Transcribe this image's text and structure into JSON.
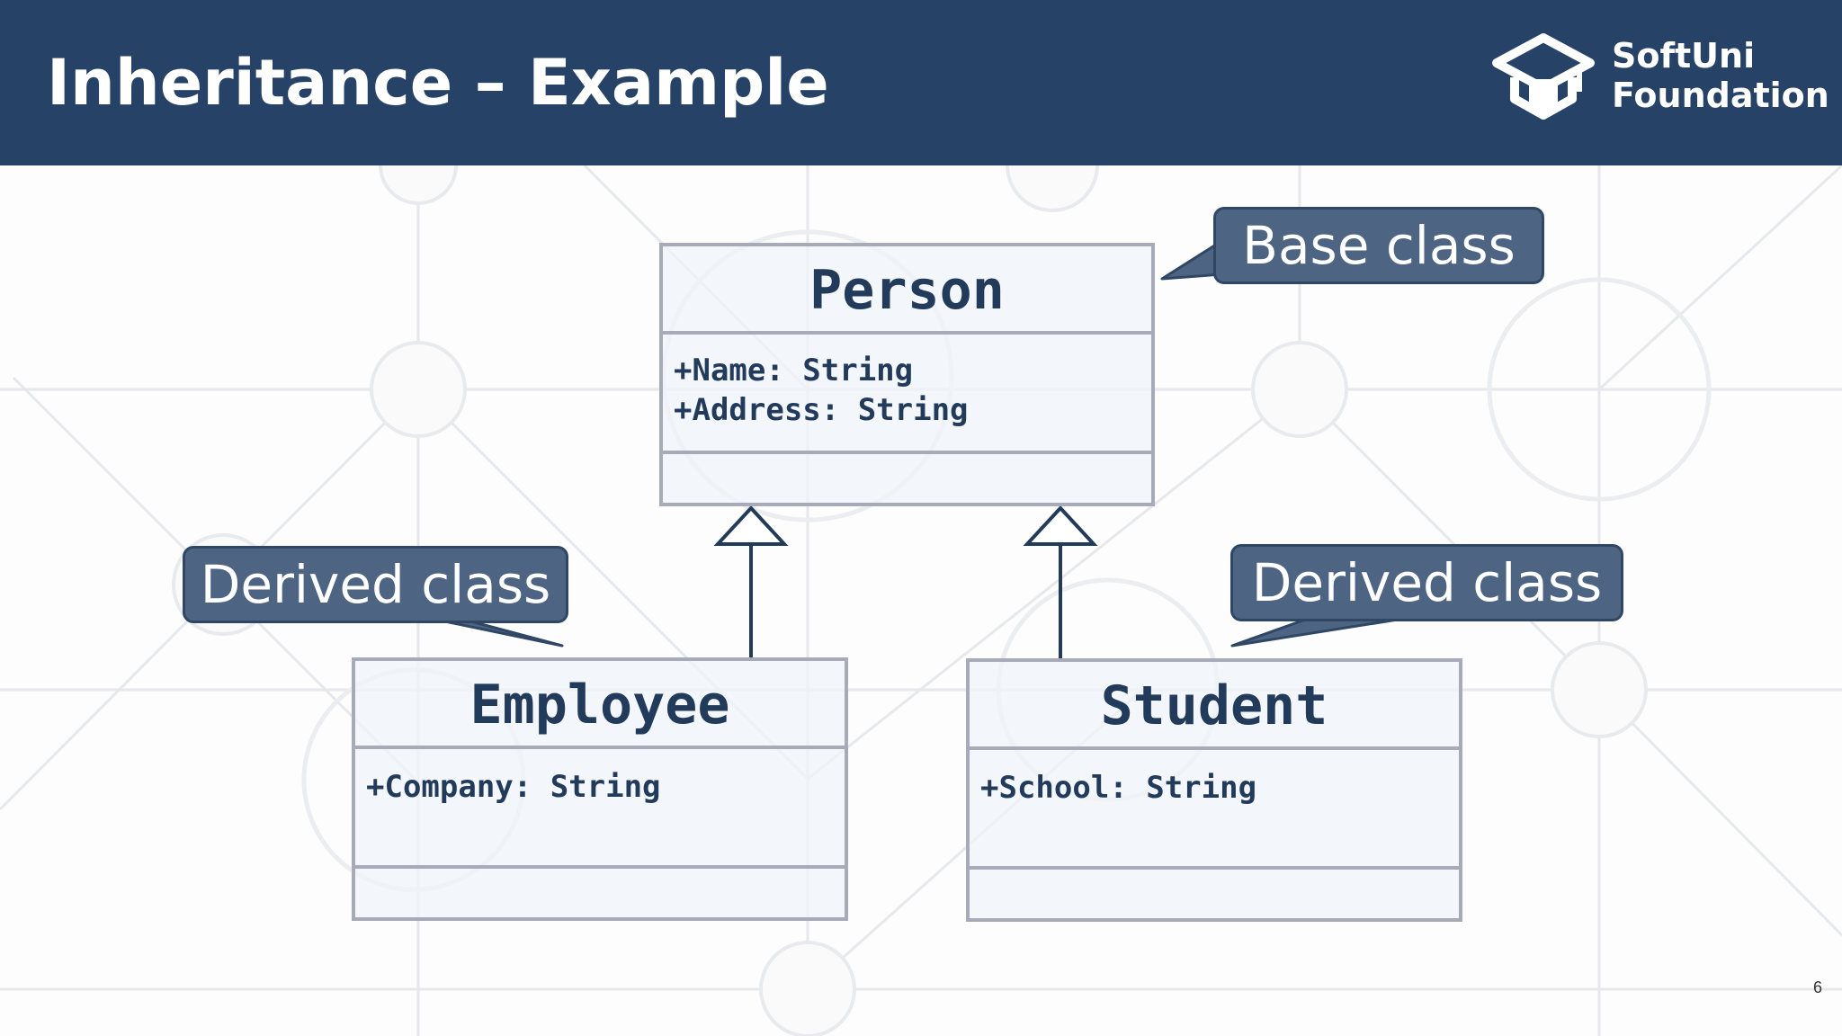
{
  "slide": {
    "title": "Inheritance – Example",
    "page_number": "6"
  },
  "brand": {
    "line1": "SoftUni",
    "line2": "Foundation",
    "logo_icon": "graduation-cap-cube-icon"
  },
  "colors": {
    "header_bg": "#264266",
    "callout_bg": "#4d6482",
    "text_dark": "#233b5b",
    "box_border": "#a6aab9"
  },
  "diagram": {
    "classes": [
      {
        "name": "Person",
        "attributes": [
          "+Name: String",
          "+Address: String"
        ],
        "methods": []
      },
      {
        "name": "Employee",
        "attributes": [
          "+Company: String"
        ],
        "methods": []
      },
      {
        "name": "Student",
        "attributes": [
          "+School: String"
        ],
        "methods": []
      }
    ],
    "relations": [
      {
        "from": "Employee",
        "to": "Person",
        "type": "inheritance"
      },
      {
        "from": "Student",
        "to": "Person",
        "type": "inheritance"
      }
    ],
    "callouts": {
      "base": "Base class",
      "derived_left": "Derived class",
      "derived_right": "Derived class"
    }
  }
}
